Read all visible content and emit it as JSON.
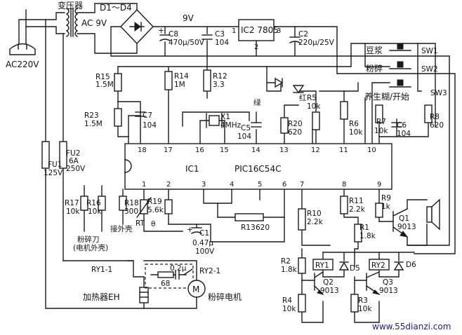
{
  "labels": {
    "transformer": "变压器",
    "diodes": "D1～D4",
    "ac9v": "AC 9V",
    "v9": "9V",
    "ic2": "IC2 7805",
    "ic2_pin1": "1",
    "ic2_pin2": "2",
    "ic2_pin3": "3",
    "c8_name": "C8",
    "c8_val": "470μ/50V",
    "c3_name": "C3",
    "c3_val": "104",
    "c2_name": "C2",
    "c2_val": "220μ/25V",
    "ac220": "AC220V",
    "fu1_name": "FU1",
    "fu1_val": "125V",
    "fu2_name": "FU2",
    "fu2_val1": "6A",
    "fu2_val2": "250V",
    "r15_name": "R15",
    "r15_val": "1.5M",
    "r14_name": "R14",
    "r14_val": "1M",
    "r12_name": "R12",
    "r12_val": "3.3",
    "r23_name": "R23",
    "r23_val": "1.5M",
    "c7_name": "C7",
    "c7_val": "104",
    "x1_name": "X1",
    "x1_val": "4MHz",
    "c5_name": "C5",
    "c5_val": "104",
    "green": "绿",
    "red": "红",
    "r5_name": "R5",
    "r5_val": "10k",
    "r20_name": "R20",
    "r20_val": "620",
    "r6_name": "R6",
    "r6_val": "10k",
    "r7_name": "R7",
    "r7_val": "10k",
    "c6_name": "C6",
    "c6_val": "104",
    "r8_name": "R8",
    "r8_val": "620",
    "soy": "豆浆",
    "crush": "粉碎",
    "health": "养生糊/开始",
    "sw1": "SW1",
    "sw2": "SW2",
    "sw3": "SW3",
    "ic1": "IC1",
    "ic1_part": "PIC16C54C",
    "pins_top": [
      "18",
      "17",
      "16",
      "15",
      "14",
      "13",
      "12",
      "11",
      "10"
    ],
    "pins_bottom": [
      "1",
      "2",
      "3",
      "4",
      "5",
      "6",
      "7",
      "8",
      "9"
    ],
    "r17_name": "R17",
    "r17_val": "10k",
    "r16_name": "R16",
    "r16_val": "10k",
    "r18_name": "R18",
    "r18_val": "300",
    "r19_name": "R19",
    "r19_val": "5.6k",
    "rt": "RT",
    "theta": "θ",
    "c1_name": "C1",
    "c1_val1": "0.47μ",
    "c1_val2": "100V",
    "r13_name": "R13",
    "r13_val": "620",
    "r10_name": "R10",
    "r10_val": "2.2k",
    "r11_name": "R11",
    "r11_val": "2.2k",
    "r9_name": "R9",
    "r9_val": "1k",
    "r1_name": "R1",
    "r1_val": "1.8k",
    "q1_name": "Q1",
    "q1_val": "9013",
    "blade": "粉碎刀",
    "blade_sub": "(电机外壳)",
    "case": "接外壳",
    "r2_name": "R2",
    "r2_val": "1.8k",
    "r4_name": "R4",
    "r4_val": "10k",
    "q2_name": "Q2",
    "q2_val": "9013",
    "q3_name": "Q3",
    "q3_val": "9013",
    "r3_name": "R3",
    "r3_val": "10k",
    "ry1": "RY1",
    "ry2": "RY2",
    "d5": "D5",
    "d6": "D6",
    "ry1_1": "RY1-1",
    "ry2_1": "RY2-1",
    "cap02": "0.2μ",
    "r68": "68",
    "heater": "加热器EH",
    "motor_label": "粉碎电机",
    "motor_m": "M",
    "plus": "+",
    "watermark": "www.55dianzi.com"
  }
}
